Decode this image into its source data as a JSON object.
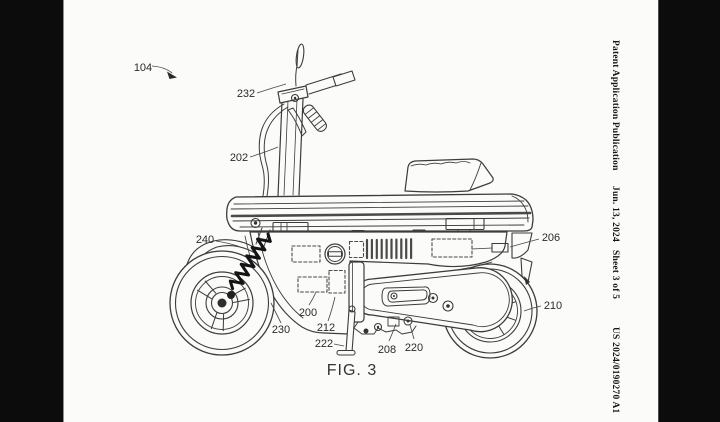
{
  "page": {
    "background_color": "#0c0c0c",
    "paper_color": "#fbfbfa"
  },
  "header": {
    "publication": "Patent Application Publication",
    "date": "Jun. 13, 2024",
    "sheet": "Sheet 3 of 5",
    "doc_number": "US 2024/0190270 A1"
  },
  "figure": {
    "caption": "FIG. 3",
    "reference_numerals": {
      "n104": "104",
      "n232": "232",
      "n202": "202",
      "n240": "240",
      "n230": "230",
      "n200": "200",
      "n212": "212",
      "n222": "222",
      "n208": "208",
      "n220": "220",
      "n206": "206",
      "n210": "210"
    }
  }
}
